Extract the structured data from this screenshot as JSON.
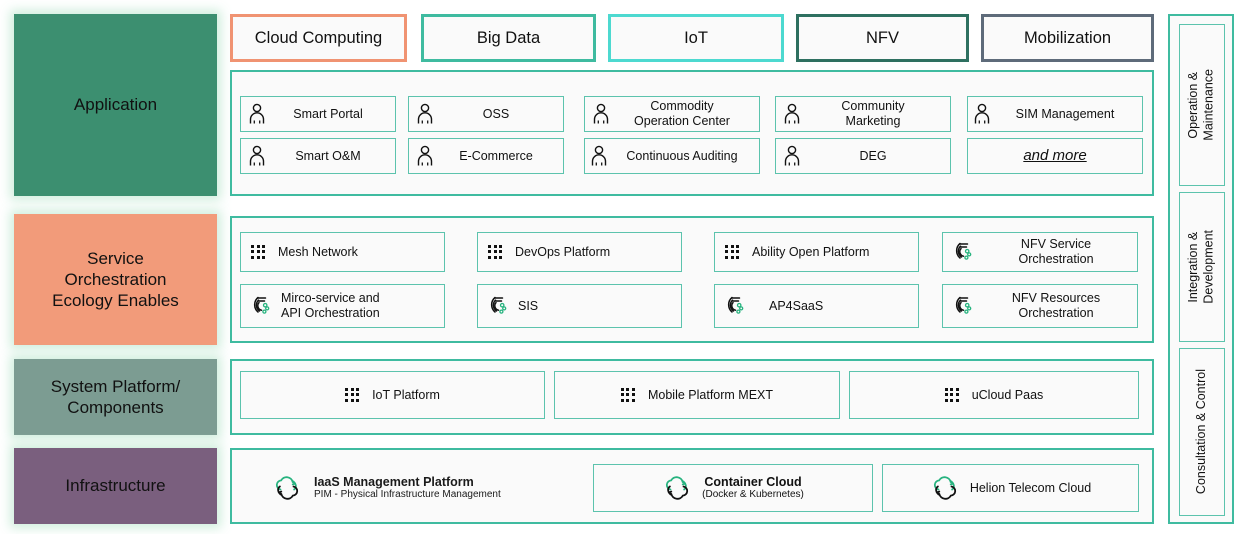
{
  "layers": [
    {
      "name": "Application",
      "color": "#3C8F70",
      "text_color": "#111111"
    },
    {
      "name": "Service\nOrchestration\nEcology Enables",
      "color": "#F29B7A",
      "text_color": "#111111"
    },
    {
      "name": "System Platform/\nComponents",
      "color": "#7C9C92",
      "text_color": "#111111"
    },
    {
      "name": "Infrastructure",
      "color": "#7A5F7E",
      "text_color": "#111111"
    }
  ],
  "capability_tabs": [
    {
      "label": "Cloud Computing",
      "border_color": "#F09372"
    },
    {
      "label": "Big Data",
      "border_color": "#3FBBA0"
    },
    {
      "label": "IoT",
      "border_color": "#4DD9D0"
    },
    {
      "label": "NFV",
      "border_color": "#2E7060"
    },
    {
      "label": "Mobilization",
      "border_color": "#5E6B7A"
    }
  ],
  "application_items": [
    {
      "label": "Smart Portal",
      "icon": "person-icon"
    },
    {
      "label": "OSS",
      "icon": "person-icon"
    },
    {
      "label": "Commodity\nOperation Center",
      "icon": "person-icon"
    },
    {
      "label": "Community\nMarketing",
      "icon": "person-icon"
    },
    {
      "label": "SIM Management",
      "icon": "person-icon"
    },
    {
      "label": "Smart O&M",
      "icon": "person-icon"
    },
    {
      "label": "E-Commerce",
      "icon": "person-icon"
    },
    {
      "label": "Continuous Auditing",
      "icon": "person-icon"
    },
    {
      "label": "DEG",
      "icon": "person-icon"
    },
    {
      "label": "and more",
      "icon": "none",
      "style": "italic-underline"
    }
  ],
  "service_items": [
    {
      "label": "Mesh Network",
      "icon": "dot-grid-icon"
    },
    {
      "label": "DevOps Platform",
      "icon": "dot-grid-icon"
    },
    {
      "label": "Ability Open Platform",
      "icon": "dot-grid-icon"
    },
    {
      "label": "NFV Service\nOrchestration",
      "icon": "orchestration-icon"
    },
    {
      "label": "Mirco-service and\nAPI Orchestration",
      "icon": "orchestration-icon"
    },
    {
      "label": "SIS",
      "icon": "orchestration-icon"
    },
    {
      "label": "AP4SaaS",
      "icon": "orchestration-icon"
    },
    {
      "label": "NFV Resources\nOrchestration",
      "icon": "orchestration-icon"
    }
  ],
  "platform_items": [
    {
      "label": "IoT Platform",
      "icon": "dot-grid-icon"
    },
    {
      "label": "Mobile Platform MEXT",
      "icon": "dot-grid-icon"
    },
    {
      "label": "uCloud Paas",
      "icon": "dot-grid-icon"
    }
  ],
  "infrastructure_items": [
    {
      "title": "IaaS Management Platform",
      "subtitle": "PIM - Physical Infrastructure Management",
      "icon": "cloud-refresh-icon",
      "boxed": false
    },
    {
      "title": "Container Cloud",
      "subtitle": "(Docker & Kubernetes)",
      "icon": "cloud-refresh-icon",
      "boxed": true
    },
    {
      "title": "Helion Telecom Cloud",
      "subtitle": "",
      "icon": "cloud-refresh-icon",
      "boxed": true
    }
  ],
  "side_column": [
    {
      "label": "Operation &\nMaintenance"
    },
    {
      "label": "Integration &\nDevelopment"
    },
    {
      "label": "Consultation & Control"
    }
  ],
  "palette": {
    "teal_border": "#3FBBA0",
    "cell_border": "#5CC3AD",
    "cell_bg": "#fafafa",
    "icon_green": "#27B37F",
    "icon_dark": "#111111"
  }
}
